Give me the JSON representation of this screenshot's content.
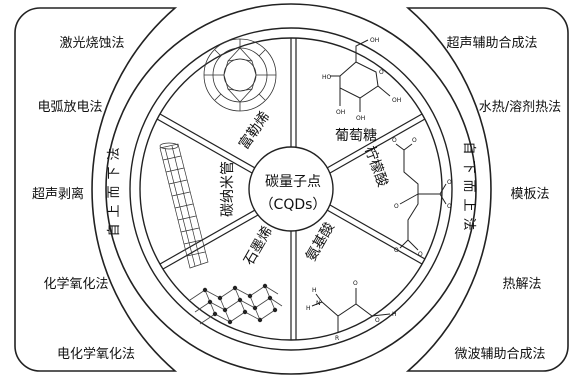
{
  "center": {
    "line1": "碳量子点",
    "line2": "（CQDs）"
  },
  "materials": {
    "fullerene": "富勒烯",
    "glucose": "葡萄糖",
    "citric_acid": "柠檬酸",
    "amino_acid": "氨基酸",
    "graphite": "石墨烯",
    "nanotube": "碳纳米管"
  },
  "approaches": {
    "top_down": "自上而下法",
    "bottom_up": "自下而上法"
  },
  "left_methods": [
    "激光烧蚀法",
    "电弧放电法",
    "超声剥离",
    "化学氧化法",
    "电化学氧化法"
  ],
  "right_methods": [
    "超声辅助合成法",
    "水热/溶剂热法",
    "模板法",
    "热解法",
    "微波辅助合成法"
  ],
  "chem_labels": {
    "glucose": [
      "OH",
      "OH",
      "HO",
      "OH",
      "OH",
      "O"
    ],
    "citric": [
      "O",
      "O",
      "O",
      "O",
      "O",
      "O",
      "O"
    ],
    "amino": [
      "O",
      "H",
      "N",
      "O",
      "R",
      "H",
      "H"
    ]
  }
}
